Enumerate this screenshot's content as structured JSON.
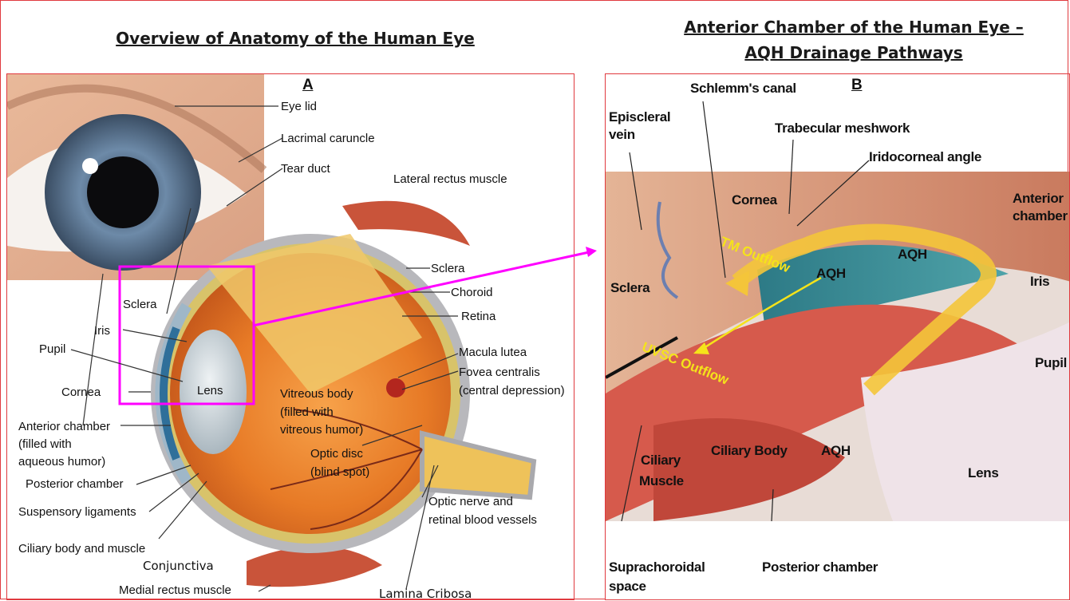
{
  "titles": {
    "left": "Overview of Anatomy of the Human Eye",
    "right_line1": "Anterior Chamber of the Human Eye –",
    "right_line2": "AQH Drainage Pathways"
  },
  "panel_a": {
    "letter": "A",
    "labels": {
      "eye_lid": "Eye lid",
      "lacrimal_caruncle": "Lacrimal caruncle",
      "tear_duct": "Tear duct",
      "lateral_rectus": "Lateral rectus muscle",
      "sclera_right": "Sclera",
      "choroid": "Choroid",
      "retina": "Retina",
      "macula": "Macula lutea",
      "fovea": "Fovea centralis",
      "fovea_sub": "(central depression)",
      "sclera_left": "Sclera",
      "iris": "Iris",
      "pupil": "Pupil",
      "cornea": "Cornea",
      "lens": "Lens",
      "vitreous1": "Vitreous body",
      "vitreous2": "(filled with",
      "vitreous3": "vitreous humor)",
      "ant_chamber1": "Anterior chamber",
      "ant_chamber2": "(filled with",
      "ant_chamber3": "aqueous humor)",
      "optic_disc1": "Optic disc",
      "optic_disc2": "(blind spot)",
      "post_chamber": "Posterior chamber",
      "suspensory": "Suspensory ligaments",
      "optic_nerve1": "Optic nerve and",
      "optic_nerve2": "retinal blood vessels",
      "ciliary": "Ciliary body and muscle",
      "conjunctiva": "Conjunctiva",
      "medial_rectus": "Medial rectus muscle",
      "lamina": "Lamina Cribosa"
    }
  },
  "panel_b": {
    "letter": "B",
    "labels": {
      "schlemm": "Schlemm's canal",
      "episcleral1": "Episcleral",
      "episcleral2": "vein",
      "trabecular": "Trabecular meshwork",
      "iridocorneal": "Iridocorneal angle",
      "cornea": "Cornea",
      "anterior1": "Anterior",
      "anterior2": "chamber",
      "sclera": "Sclera",
      "iris": "Iris",
      "pupil": "Pupil",
      "ciliary_muscle1": "Ciliary",
      "ciliary_muscle2": "Muscle",
      "ciliary_body": "Ciliary Body",
      "aqh1": "AQH",
      "aqh2": "AQH",
      "aqh3": "AQH",
      "lens": "Lens",
      "suprachoroidal1": "Suprachoroidal",
      "suprachoroidal2": "space",
      "posterior": "Posterior chamber"
    },
    "flows": {
      "tm": "TM Outflow",
      "uvsc": "UVSC Outflow"
    }
  },
  "colors": {
    "border": "#e0393e",
    "magenta": "#ff00ff",
    "flow_yellow": "#f5e31a"
  }
}
